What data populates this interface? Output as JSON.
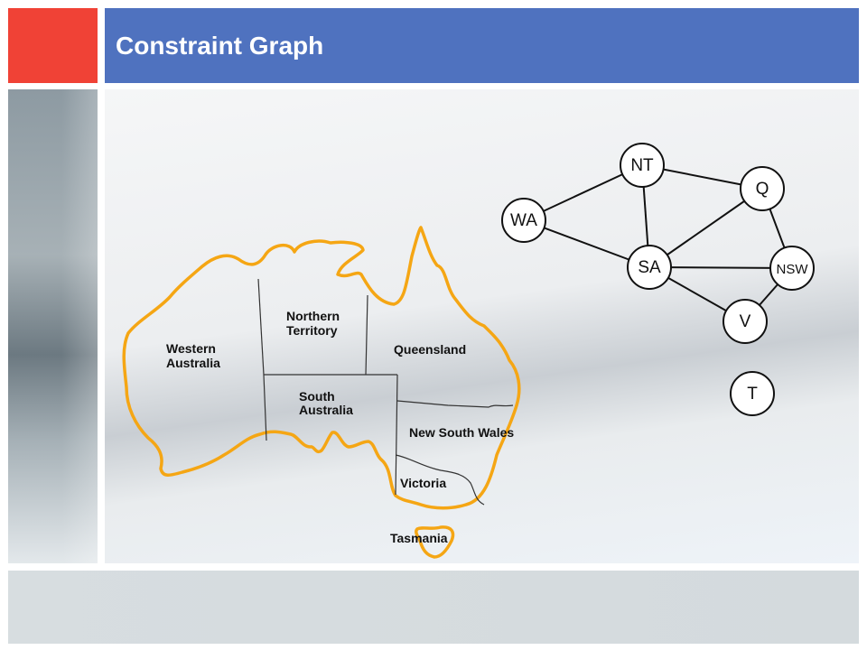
{
  "slide": {
    "title": "Constraint Graph",
    "colors": {
      "red_block": "#f04236",
      "title_bar": "#4f72bf",
      "outline": "#f5a614"
    }
  },
  "map": {
    "regions": [
      {
        "id": "wa",
        "lines": [
          "Western",
          "Australia"
        ]
      },
      {
        "id": "nt",
        "lines": [
          "Northern",
          "Territory"
        ]
      },
      {
        "id": "q",
        "lines": [
          "Queensland"
        ]
      },
      {
        "id": "sa",
        "lines": [
          "South",
          "Australia"
        ]
      },
      {
        "id": "nsw",
        "lines": [
          "New South Wales"
        ]
      },
      {
        "id": "v",
        "lines": [
          "Victoria"
        ]
      },
      {
        "id": "t",
        "lines": [
          "Tasmania"
        ]
      }
    ]
  },
  "graph": {
    "nodes": [
      {
        "id": "NT",
        "label": "NT"
      },
      {
        "id": "Q",
        "label": "Q"
      },
      {
        "id": "WA",
        "label": "WA"
      },
      {
        "id": "SA",
        "label": "SA"
      },
      {
        "id": "NSW",
        "label": "NSW"
      },
      {
        "id": "V",
        "label": "V"
      },
      {
        "id": "T",
        "label": "T"
      }
    ],
    "edges": [
      [
        "WA",
        "NT"
      ],
      [
        "WA",
        "SA"
      ],
      [
        "NT",
        "SA"
      ],
      [
        "NT",
        "Q"
      ],
      [
        "SA",
        "Q"
      ],
      [
        "SA",
        "NSW"
      ],
      [
        "SA",
        "V"
      ],
      [
        "Q",
        "NSW"
      ],
      [
        "NSW",
        "V"
      ]
    ]
  }
}
